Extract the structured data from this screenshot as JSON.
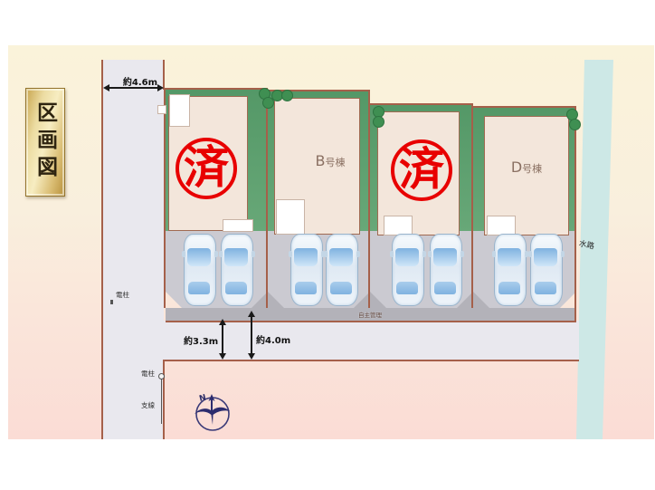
{
  "page": {
    "title_badge": "区画図"
  },
  "site_plan": {
    "front_road": {
      "width_label": "約4.6m",
      "utility_pole_label": "電柱",
      "utility_pole2_label": "電柱",
      "guy_wire_label": "支線"
    },
    "dimensions": {
      "road_depth_1": "約3.3m",
      "road_depth_2": "約4.0m"
    },
    "private_road_label": "自主管理",
    "waterway_label": "水路",
    "compass": {
      "north_label": "N"
    },
    "lots": [
      {
        "id": "A",
        "status": "sold",
        "stamp": "済"
      },
      {
        "id": "B",
        "status": "available",
        "label_letter": "B",
        "label_suffix": "号棟"
      },
      {
        "id": "C",
        "status": "sold",
        "stamp": "済"
      },
      {
        "id": "D",
        "status": "available",
        "label_letter": "D",
        "label_suffix": "号棟"
      }
    ],
    "colors": {
      "stamp_red": "#e80000",
      "lawn_green": "#5d9d6f",
      "house_beige": "#f3e6db",
      "road_gray": "#e9e8ee",
      "private_road_gray": "#b3b2b9",
      "waterway_blue": "#cde8e6",
      "border_brown": "#a5604a",
      "badge_gold": "#e0c27a"
    }
  }
}
